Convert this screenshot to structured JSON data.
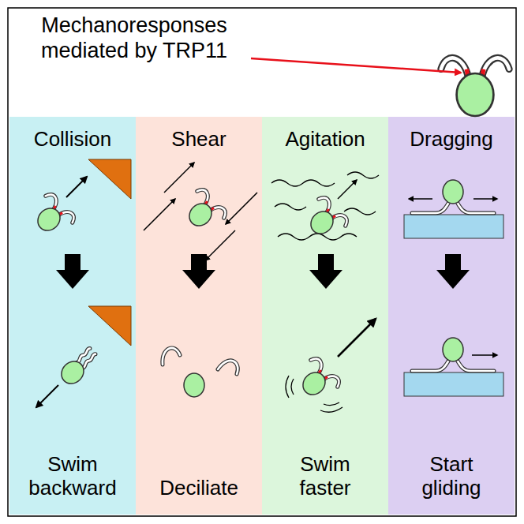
{
  "diagram": {
    "title": "Mechanoresponses mediated by TRP11",
    "nodes": [
      {
        "text": [
          "Collision",
          "Swim backward"
        ]
      },
      {
        "text": [
          "Shear",
          "Deciliate"
        ]
      },
      {
        "text": [
          "Agitation",
          "Swim faster"
        ]
      },
      {
        "text": [
          "Dragging",
          "Start gliding"
        ]
      }
    ]
  }
}
